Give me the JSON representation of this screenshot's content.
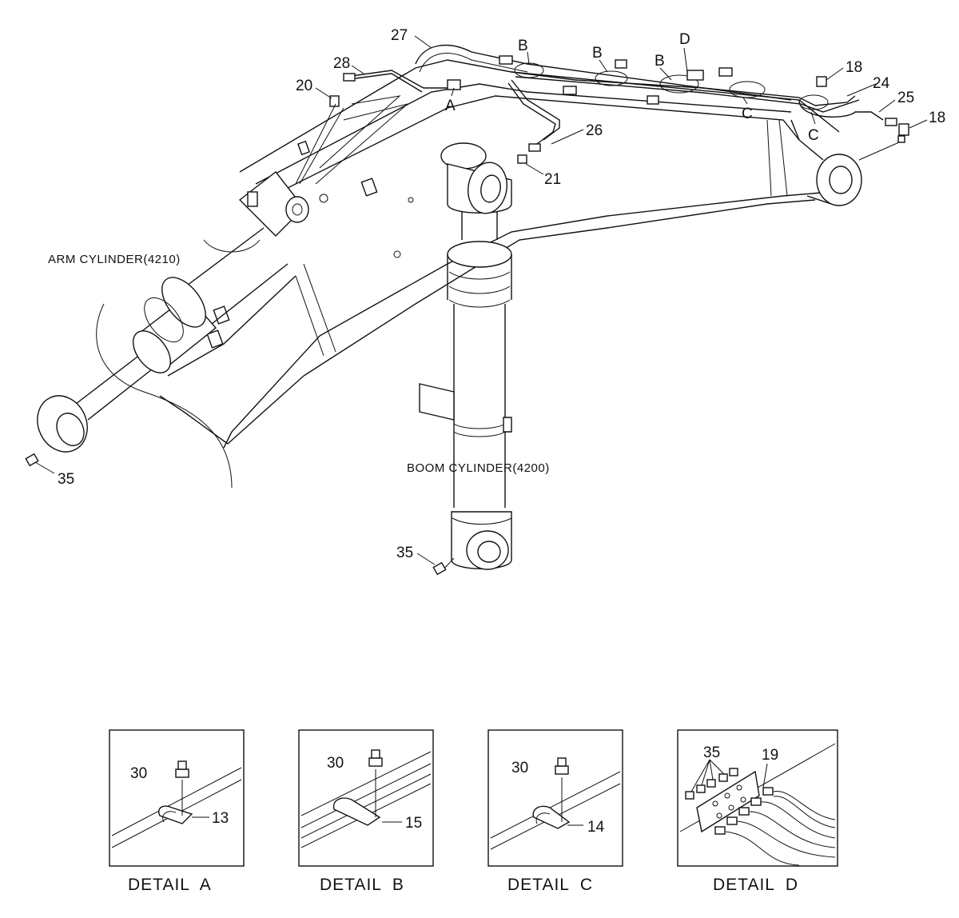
{
  "diagram": {
    "callouts": [
      {
        "id": "c27",
        "text": "27"
      },
      {
        "id": "c28",
        "text": "28"
      },
      {
        "id": "c20",
        "text": "20"
      },
      {
        "id": "cA",
        "text": "A"
      },
      {
        "id": "cB1",
        "text": "B"
      },
      {
        "id": "cB2",
        "text": "B"
      },
      {
        "id": "cB3",
        "text": "B"
      },
      {
        "id": "cD",
        "text": "D"
      },
      {
        "id": "c18a",
        "text": "18"
      },
      {
        "id": "c24",
        "text": "24"
      },
      {
        "id": "c25",
        "text": "25"
      },
      {
        "id": "c18b",
        "text": "18"
      },
      {
        "id": "cC1",
        "text": "C"
      },
      {
        "id": "cC2",
        "text": "C"
      },
      {
        "id": "c26",
        "text": "26"
      },
      {
        "id": "c21",
        "text": "21"
      },
      {
        "id": "c35a",
        "text": "35"
      },
      {
        "id": "c35b",
        "text": "35"
      }
    ],
    "component_labels": {
      "arm_cylinder": "ARM CYLINDER(4210)",
      "boom_cylinder": "BOOM CYLINDER(4200)"
    },
    "details": [
      {
        "id": "A",
        "caption": "DETAIL  A",
        "labels": [
          "30",
          "13"
        ]
      },
      {
        "id": "B",
        "caption": "DETAIL  B",
        "labels": [
          "30",
          "15"
        ]
      },
      {
        "id": "C",
        "caption": "DETAIL  C",
        "labels": [
          "30",
          "14"
        ]
      },
      {
        "id": "D",
        "caption": "DETAIL  D",
        "labels": [
          "35",
          "19"
        ]
      }
    ]
  }
}
